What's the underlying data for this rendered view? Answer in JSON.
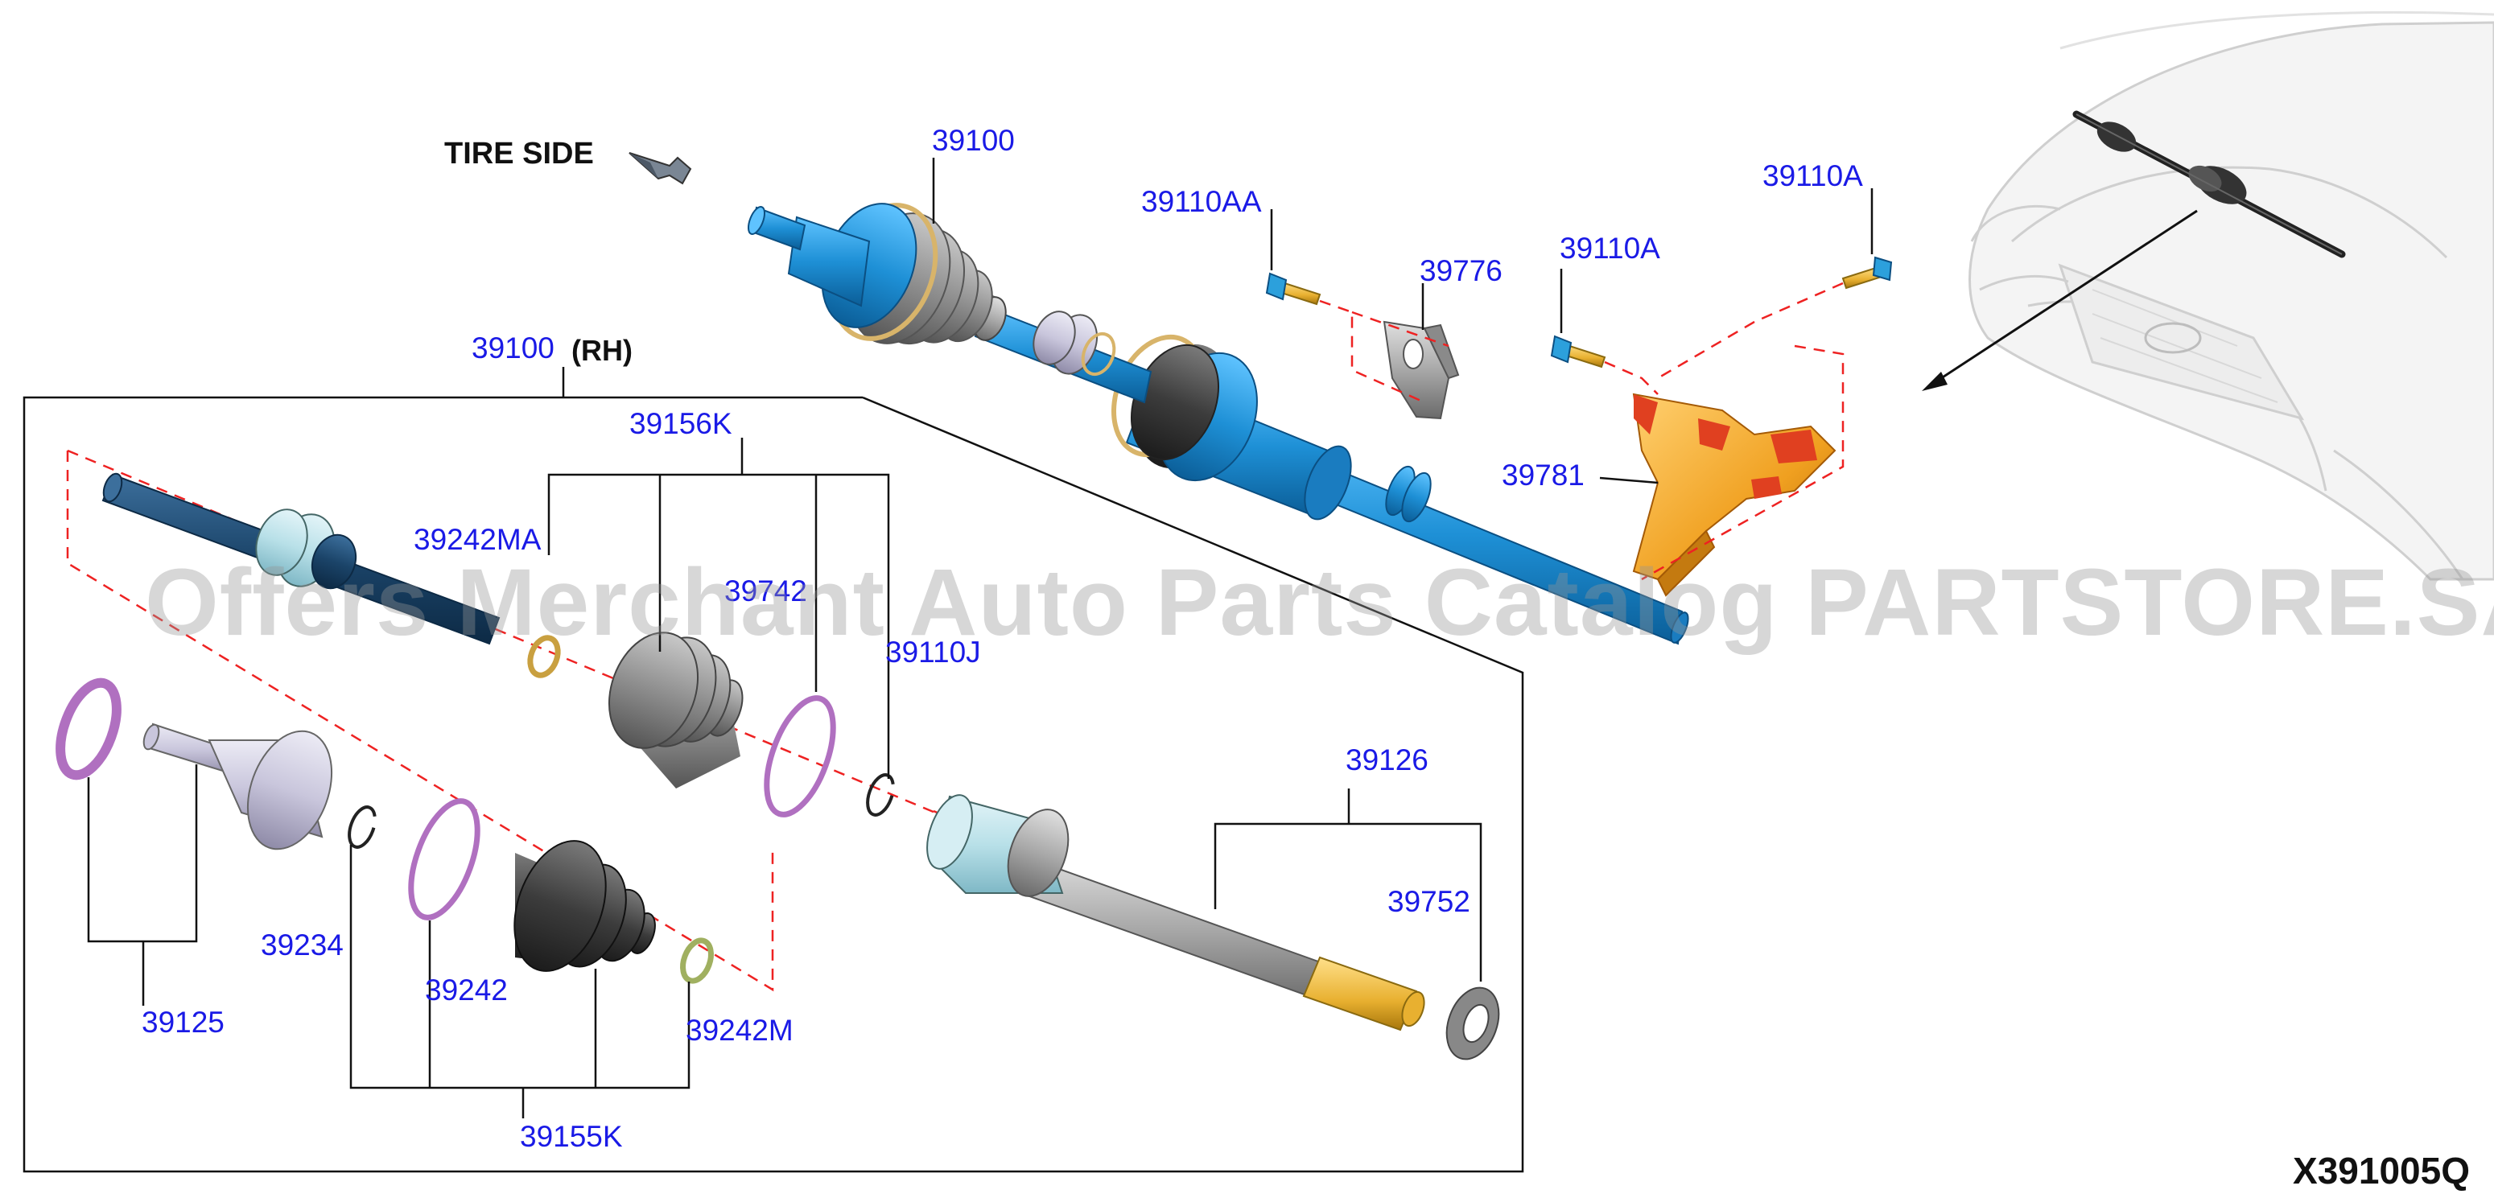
{
  "diagram_id": "X391005Q",
  "watermark": "Offers Merchant Auto Parts Catalog PARTSTORE.SA",
  "orientation_label": "TIRE SIDE",
  "assembly": {
    "part": "39100",
    "side": "(RH)"
  },
  "callouts": {
    "c39100_top": "39100",
    "c39110AA": "39110AA",
    "c39776": "39776",
    "c39110A_1": "39110A",
    "c39110A_2": "39110A",
    "c39781": "39781",
    "c39156K": "39156K",
    "c39242MA": "39242MA",
    "c39742": "39742",
    "c39110J": "39110J",
    "c39126": "39126",
    "c39752": "39752",
    "c39234": "39234",
    "c39242": "39242",
    "c39125": "39125",
    "c39242M": "39242M",
    "c39155K": "39155K"
  },
  "colors": {
    "callout_text": "#1a1ae6",
    "shaft_blue": "#1e90d6",
    "bracket_orange": "#f0a020",
    "bracket_red": "#e04020",
    "boot_gray": "#8a8a8a",
    "clamp_purple": "#b070c0",
    "housing_cyan": "#b8e0e8",
    "leader_red_dashed": "#ee2222"
  }
}
